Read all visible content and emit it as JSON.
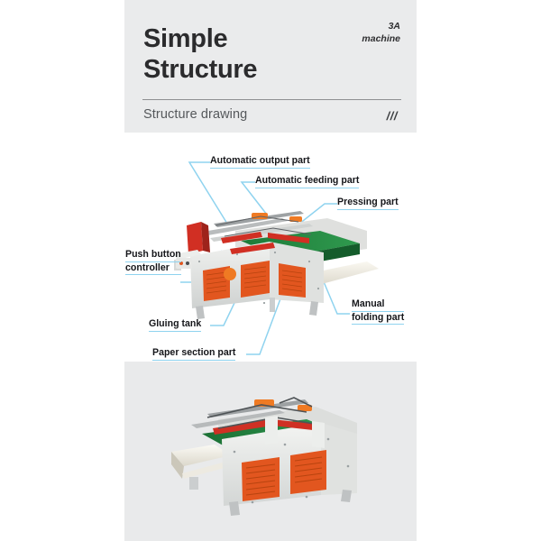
{
  "header": {
    "title_line1": "Simple",
    "title_line2": "Structure",
    "model_line1": "3A",
    "model_line2": "machine",
    "subtitle": "Structure drawing",
    "decoration": "///",
    "bg_color": "#eaebec",
    "rule_color": "#8d8f91"
  },
  "diagram": {
    "leader_color": "#8fd3ef",
    "label_underline_color": "#8fd3ef",
    "label_text_color": "#15161a",
    "callouts": [
      {
        "id": "automatic-output-part",
        "lines": [
          "Automatic output part"
        ]
      },
      {
        "id": "automatic-feeding-part",
        "lines": [
          "Automatic feeding part"
        ]
      },
      {
        "id": "pressing-part",
        "lines": [
          "Pressing part"
        ]
      },
      {
        "id": "push-button-controller",
        "lines": [
          "Push button",
          "controller"
        ]
      },
      {
        "id": "gluing-tank",
        "lines": [
          "Gluing tank"
        ]
      },
      {
        "id": "paper-section-part",
        "lines": [
          "Paper section part"
        ]
      },
      {
        "id": "manual-folding-part",
        "lines": [
          "Manual",
          "folding part"
        ]
      }
    ]
  },
  "machine": {
    "body_color": "#e3e4e2",
    "body_shadow": "#c2c4c3",
    "vent_panel_color": "#e2561f",
    "belt_color": "#1f7a3a",
    "belt_dark": "#145c2b",
    "roller_red": "#d12f23",
    "roller_orange": "#ef7a23",
    "tray_color": "#f3f0e8",
    "frame_dark": "#6e7376"
  },
  "lower_panel": {
    "bg_color": "#e9eaeb"
  }
}
